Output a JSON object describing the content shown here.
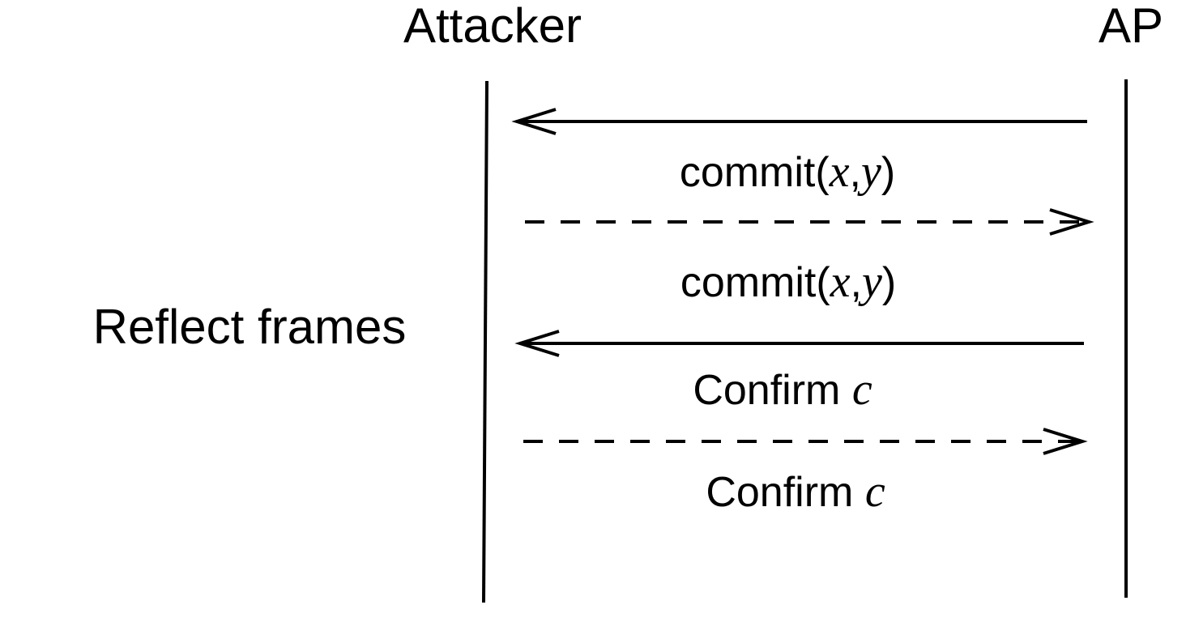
{
  "actors": {
    "left": "Attacker",
    "right": "AP"
  },
  "side_note": "Reflect frames",
  "messages": [
    {
      "prefix": "commit(",
      "var1": "x",
      "sep": ",",
      "var2": "y",
      "suffix": ")"
    },
    {
      "prefix": "commit(",
      "var1": "x",
      "sep": ",",
      "var2": "y",
      "suffix": ")"
    },
    {
      "text": "Confirm ",
      "var": "c"
    },
    {
      "text": "Confirm ",
      "var": "c"
    }
  ]
}
